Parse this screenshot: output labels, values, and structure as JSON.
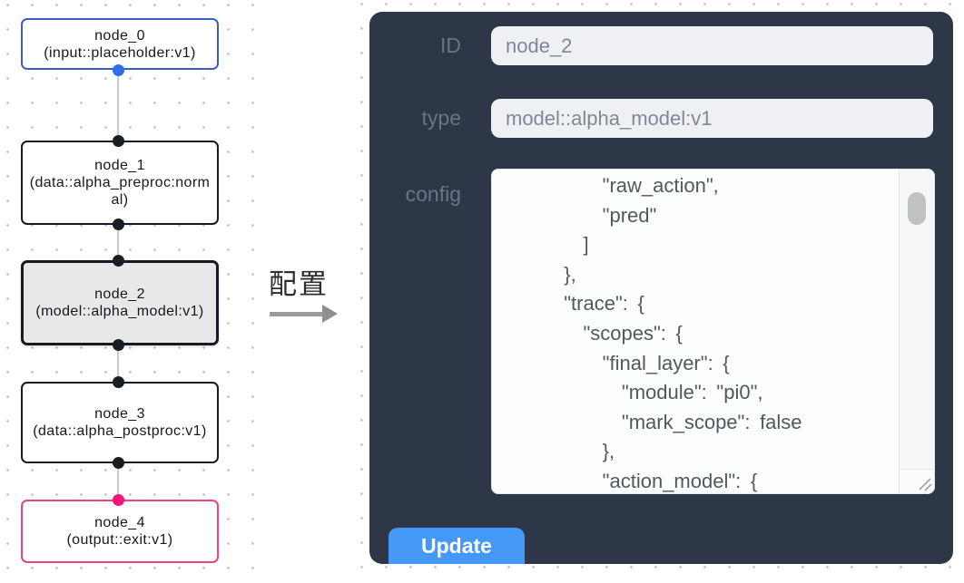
{
  "flow": {
    "nodes": [
      {
        "name": "node_0",
        "type": "(input::placeholder:v1)",
        "role": "input",
        "selected": false
      },
      {
        "name": "node_1",
        "type": "(data::alpha_preproc:normal)",
        "role": "processor",
        "selected": false
      },
      {
        "name": "node_2",
        "type": "(model::alpha_model:v1)",
        "role": "model",
        "selected": true
      },
      {
        "name": "node_3",
        "type": "(data::alpha_postproc:v1)",
        "role": "processor",
        "selected": false
      },
      {
        "name": "node_4",
        "type": "(output::exit:v1)",
        "role": "output",
        "selected": false
      }
    ]
  },
  "transition": {
    "label": "配置"
  },
  "panel": {
    "id_field": {
      "label": "ID",
      "value": "node_2"
    },
    "type_field": {
      "label": "type",
      "value": "model::alpha_model:v1"
    },
    "config_field": {
      "label": "config",
      "value": "      \"raw_action\",\n      \"pred\"\n    ]\n  },\n  \"trace\": {\n    \"scopes\": {\n      \"final_layer\": {\n        \"module\": \"pi0\",\n        \"mark_scope\": false\n      },\n      \"action_model\": {"
    },
    "update_button": "Update"
  },
  "colors": {
    "panel_bg": "#2d3748",
    "accent_button": "#4598f5",
    "input_node_border": "#3a5fc0",
    "output_node_border": "#ee4181",
    "port_blue": "#2f6ee8",
    "port_pink": "#f11778",
    "selected_node_bg": "#e8e8e8",
    "field_bg": "#eef0f4"
  }
}
